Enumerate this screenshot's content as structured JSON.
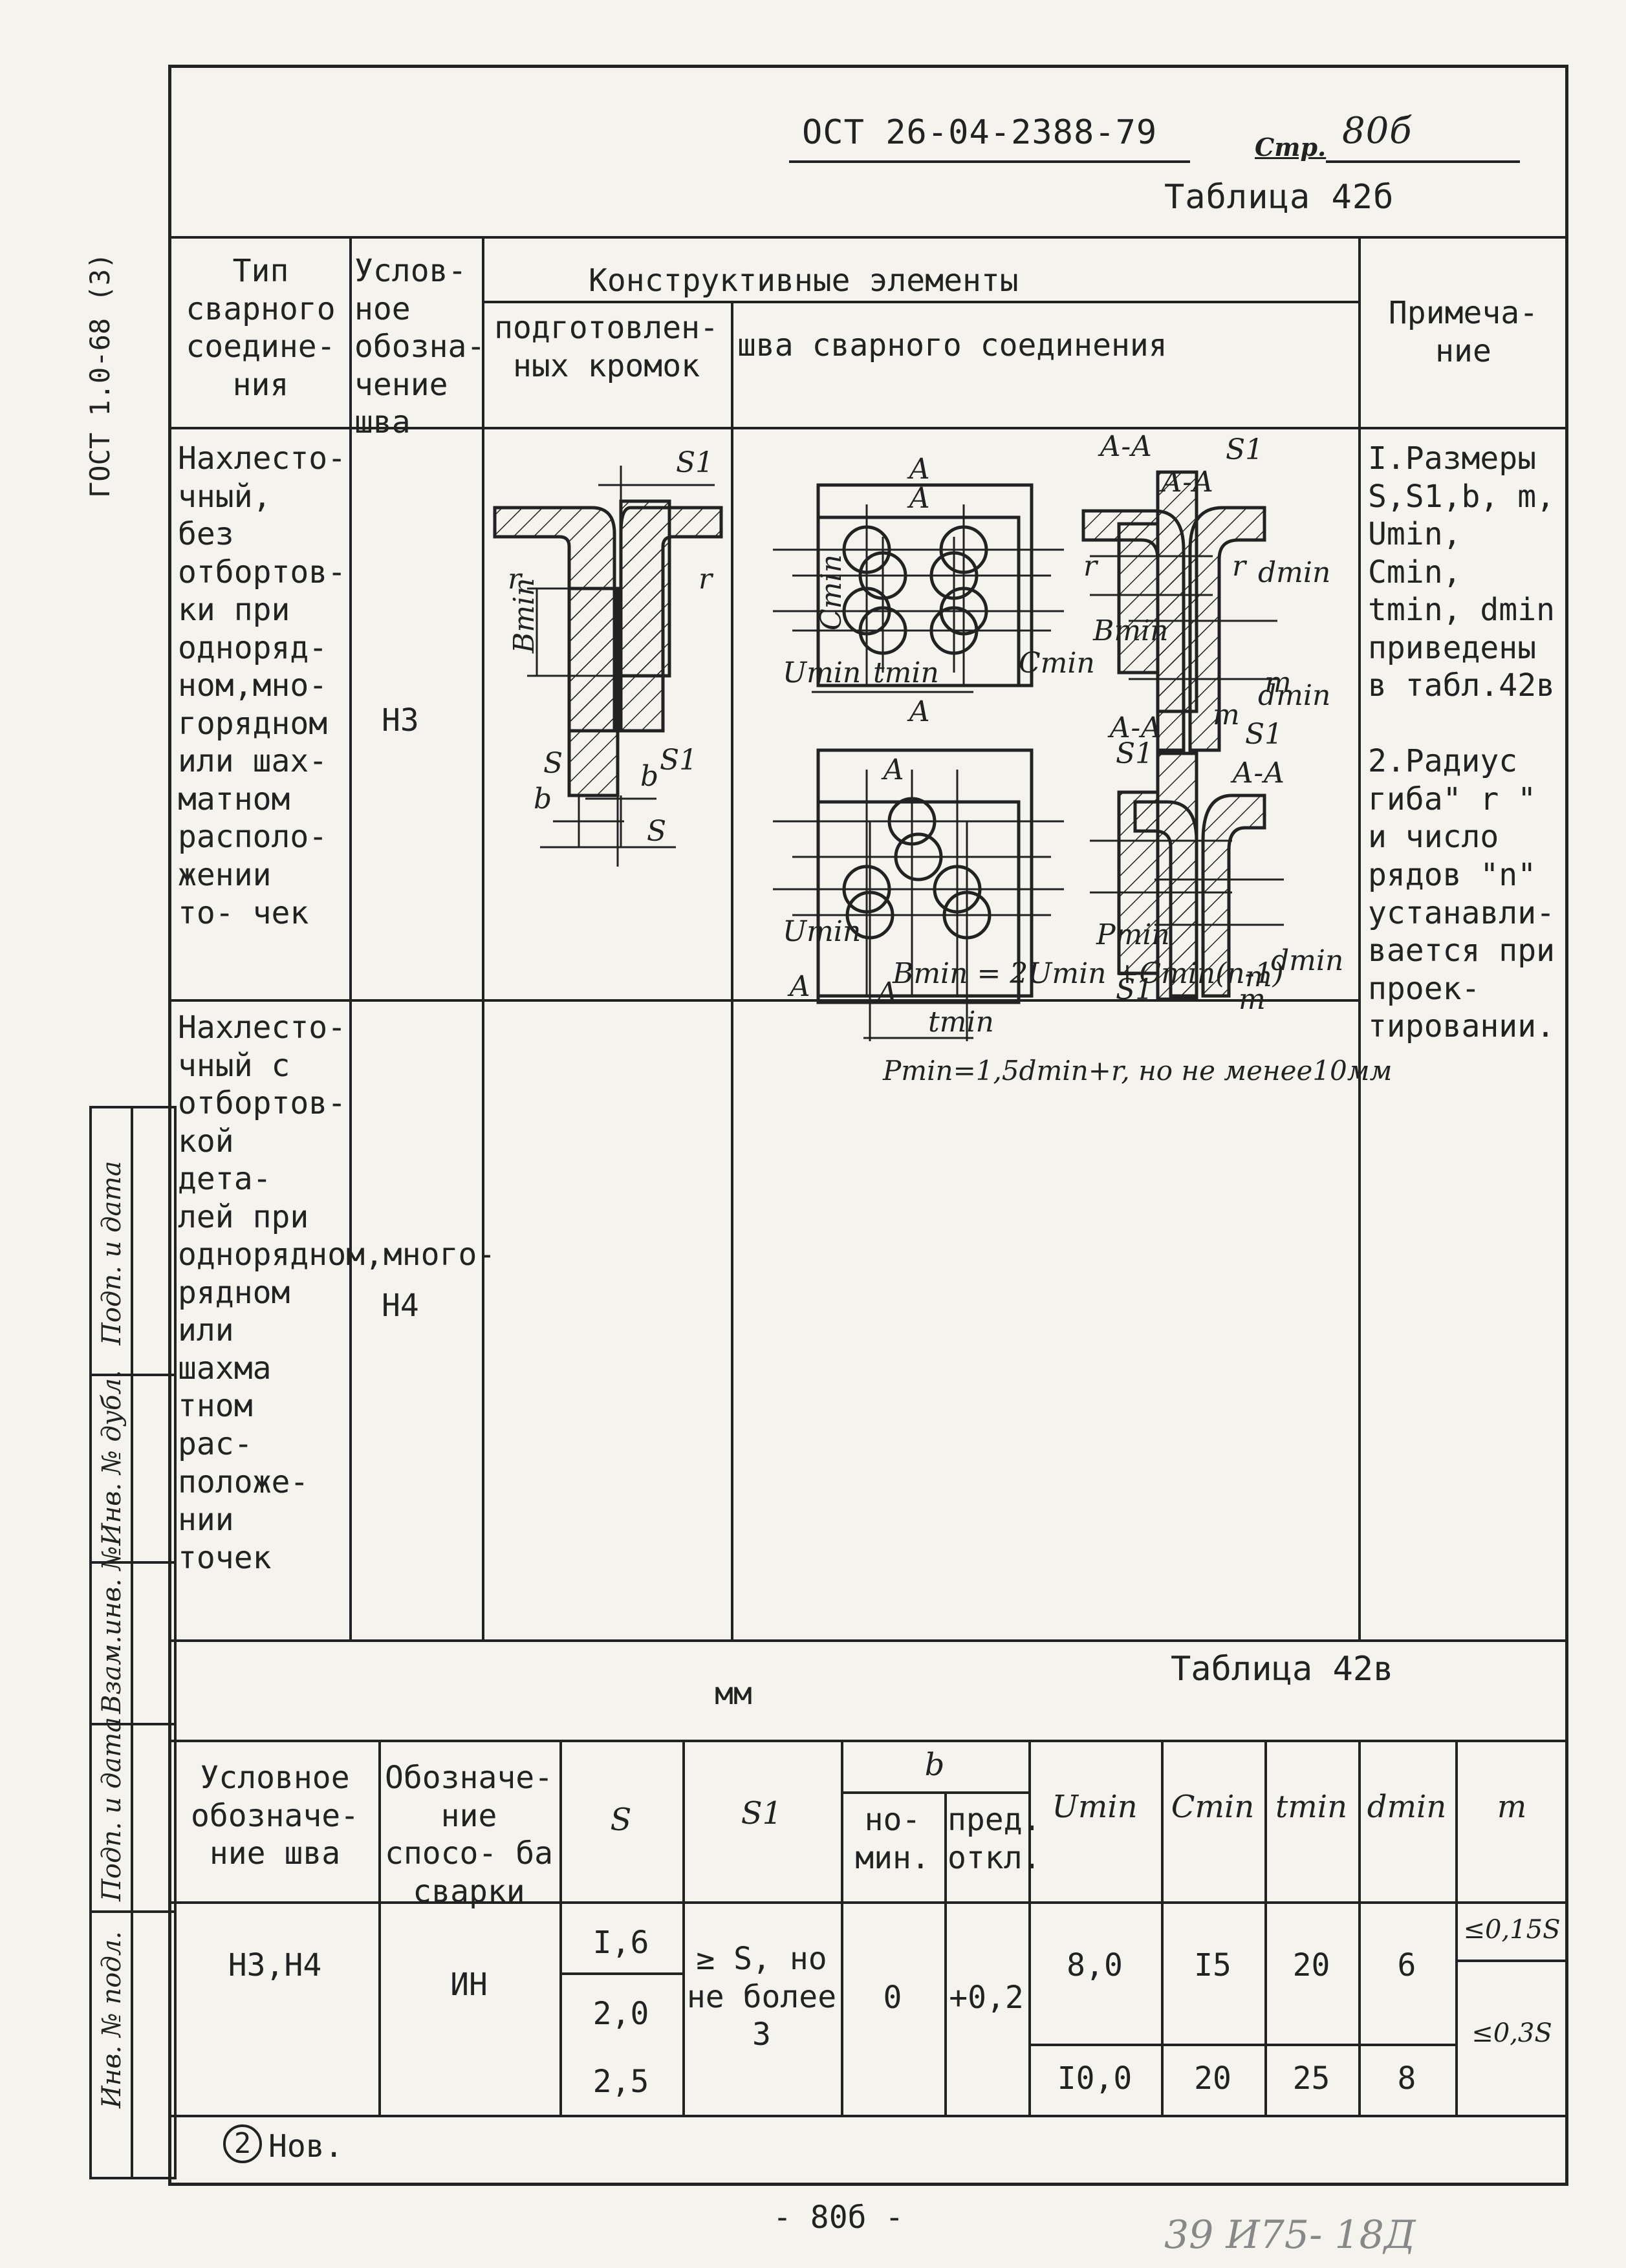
{
  "header": {
    "doc_code": "ОСТ 26-04-2388-79",
    "page_label": "Стр.",
    "page_number": "80б",
    "table_title_top": "Таблица 42б"
  },
  "side_gost": "ГОСТ 1.0-68 (3)",
  "side_stamps": [
    "Подп. и дата",
    "Инв. № дубл.",
    "Взам.инв. №",
    "Подп. и дата",
    "Инв. № подл."
  ],
  "table42b": {
    "col_type": "Тип сварного соедине- ния",
    "col_symbol": "Услов- ное обозна- чение шва",
    "group_title": "Конструктивные элементы",
    "sub_prepared": "подготовлен- ных кромок",
    "sub_weld": "шва сварного соединения",
    "col_note": "Примеча- ние",
    "rows": [
      {
        "type": "Нахлесто- чный, без отбортов- ки при одноряд- ном,мно- горядном или шах- матном располо- жении то- чек",
        "symbol": "Н3"
      },
      {
        "type": "Нахлесто- чный с отбортов- кой дета- лей при однорядном,много- рядном или шахма тном рас- положе- нии точек",
        "symbol": "Н4"
      }
    ],
    "notes": "I.Размеры S,S1,b, m, Umin, Cmin, tmin, dmin приведены в табл.42в\n\n2.Радиус гиба\" r \" и число рядов \"n\" устанавли- вается при проек- тировании.",
    "formula_h3": "Bmin = 2Umin +Cmin(n-1)",
    "formula_h4": "Pmin=1,5dmin+r, но не менее10мм"
  },
  "drawing_labels": {
    "s": "S",
    "s1": "S1",
    "b": "b",
    "bmin": "Bmin",
    "r": "r",
    "a_section": "А-А",
    "a": "А",
    "umin": "Umin",
    "cmin": "Cmin",
    "tmin": "tmin",
    "dmin": "dmin",
    "m": "m",
    "pmin": "Pmin"
  },
  "table42v": {
    "title": "Таблица 42в",
    "unit": "мм",
    "headers": {
      "symbol": "Условное обозначе- ние шва",
      "method": "Обозначе- ние спосо- ба сварки",
      "s": "S",
      "s1": "S1",
      "b": "b",
      "b_nom": "но- мин.",
      "b_dev": "пред. откл.",
      "umin": "Umin",
      "cmin": "Cmin",
      "tmin": "tmin",
      "dmin": "dmin",
      "m": "m"
    },
    "symbol": "Н3,Н4",
    "method": "ИН",
    "s_values": [
      "I,6",
      "2,0",
      "2,5"
    ],
    "s1": "≥ S, но не более 3",
    "b_nom": "0",
    "b_dev": "+0,2",
    "row1": {
      "umin": "8,0",
      "cmin": "I5",
      "tmin": "20",
      "dmin": "6"
    },
    "row2": {
      "umin": "I0,0",
      "cmin": "20",
      "tmin": "25",
      "dmin": "8"
    },
    "m_values": [
      "≤0,15S",
      "≤0,3S"
    ]
  },
  "footer": {
    "change_number": "2",
    "change_label": "Нов.",
    "page_bottom": "- 80б -",
    "handwritten_corner": "39   И75- 18Д"
  }
}
